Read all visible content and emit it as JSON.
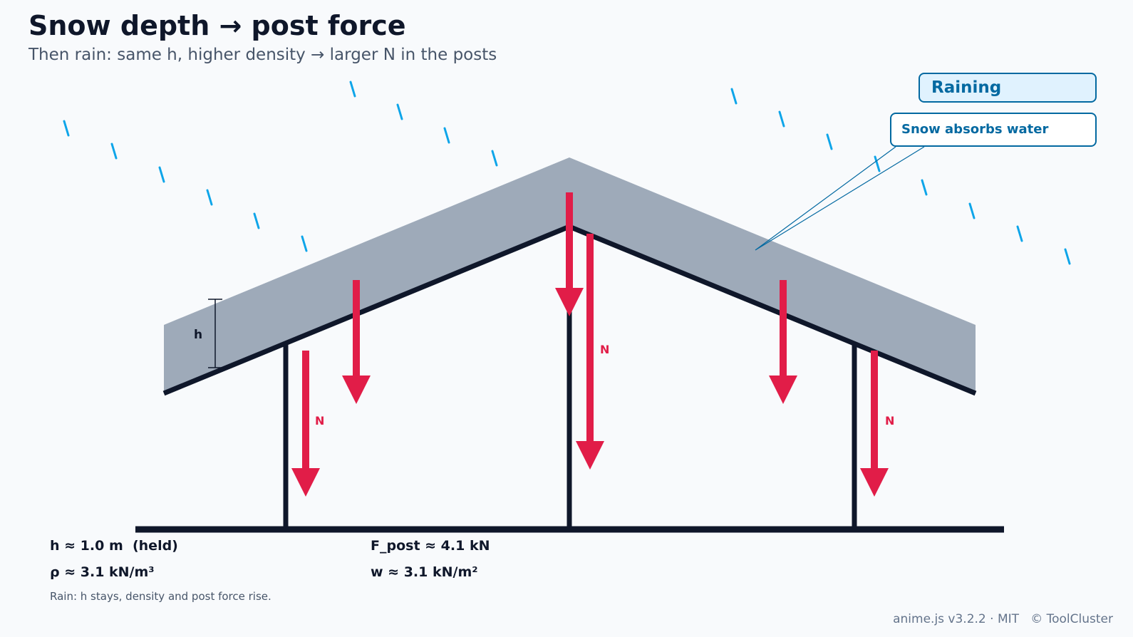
{
  "header": {
    "title": "Snow depth → post force",
    "subtitle": "Then rain: same h, higher density → larger N in the posts"
  },
  "status": {
    "badge": "Raining",
    "callout": "Snow absorbs water"
  },
  "diagram": {
    "height_label": "h",
    "force_label": "N"
  },
  "readouts": {
    "depth": "h ≈ 1.0 m  (held)",
    "density": "ρ ≈ 3.1 kN/m³",
    "post_force": "F_post ≈ 4.1 kN",
    "load": "w ≈ 3.1 kN/m²"
  },
  "note": "Rain: h stays, density and post force rise.",
  "footer": "anime.js v3.2.2 · MIT   © ToolCluster",
  "colors": {
    "structure": "#0f172a",
    "snow": "#9eaab9",
    "force": "#e11d48",
    "rain": "#0ea5e9",
    "accent": "#0369a1"
  }
}
